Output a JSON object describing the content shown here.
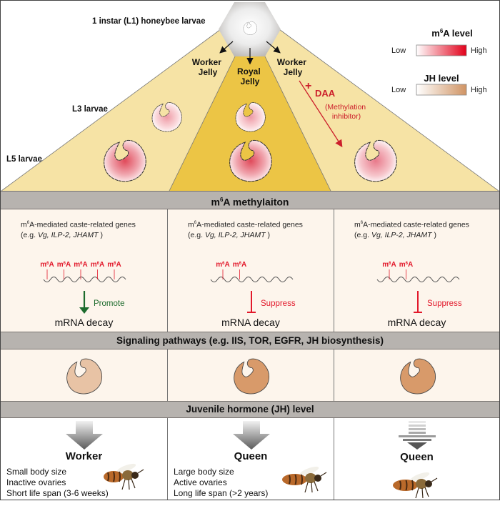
{
  "top": {
    "l1_label": "1 instar (L1)  honeybee larvae",
    "l3_label": "L3 larvae",
    "l5_label": "L5 larvae",
    "jelly_left": [
      "Worker",
      "Jelly"
    ],
    "jelly_center": [
      "Royal",
      "Jelly"
    ],
    "jelly_right": [
      "Worker",
      "Jelly"
    ],
    "inhibitor_plus": "+",
    "inhibitor_name": "DAA",
    "inhibitor_desc": [
      "(Methylation",
      "inhibitor)"
    ]
  },
  "legend": {
    "m6a_title_prefix": "m",
    "m6a_title_sup": "6",
    "m6a_title_suffix": "A level",
    "jh_title": "JH level",
    "low": "Low",
    "high": "High",
    "m6a_color_high": "#e2001a",
    "jh_color_high": "#d09464"
  },
  "colors": {
    "worker_jelly": "#f6e3a5",
    "royal_jelly": "#ecc545",
    "band": "#b7b3af",
    "panel": "#fdf5ec",
    "promote": "#1d6b2d",
    "suppress": "#e2192b",
    "m6a_mark": "#e2192b",
    "larva_light": "#e8c3a5",
    "larva_dark": "#d89a6a"
  },
  "methylation": {
    "header_prefix": "m",
    "header_sup": "6",
    "header_suffix": "A methylaiton",
    "panels": [
      {
        "gene_line1": "m6A-mediated caste-related genes",
        "gene_line2_prefix": "(e.g. ",
        "gene_line2_italic": "Vg, ILP-2, JHAMT",
        "gene_line2_suffix": " )",
        "mark_label": "m6A",
        "mark_count": 5,
        "effect": "Promote",
        "effect_type": "promote",
        "outcome": "mRNA decay"
      },
      {
        "gene_line1": "m6A-mediated caste-related genes",
        "gene_line2_prefix": "(e.g. ",
        "gene_line2_italic": "Vg, ILP-2, JHAMT",
        "gene_line2_suffix": " )",
        "mark_label": "m6A",
        "mark_count": 2,
        "effect": "Suppress",
        "effect_type": "suppress",
        "outcome": "mRNA decay"
      },
      {
        "gene_line1": "m6A-mediated caste-related genes",
        "gene_line2_prefix": "(e.g. ",
        "gene_line2_italic": "Vg, ILP-2, JHAMT",
        "gene_line2_suffix": " )",
        "mark_label": "m6A",
        "mark_count": 2,
        "effect": "Suppress",
        "effect_type": "suppress",
        "outcome": "mRNA decay"
      }
    ]
  },
  "signaling": {
    "header": "Signaling pathways (e.g. IIS, TOR, EGFR, JH biosynthesis)",
    "jh_levels": [
      "low",
      "high",
      "high"
    ]
  },
  "jh": {
    "header": "Juvenile hormone (JH) level",
    "outcomes": [
      {
        "arrow_style": "solid",
        "caste": "Worker",
        "traits": [
          "Small body size",
          "Inactive ovaries",
          "Short life span (3-6 weeks)"
        ]
      },
      {
        "arrow_style": "solid",
        "caste": "Queen",
        "traits": [
          "Large body size",
          "Active ovaries",
          "Long life span (>2 years)"
        ]
      },
      {
        "arrow_style": "striped",
        "caste": "Queen",
        "traits": []
      }
    ]
  }
}
